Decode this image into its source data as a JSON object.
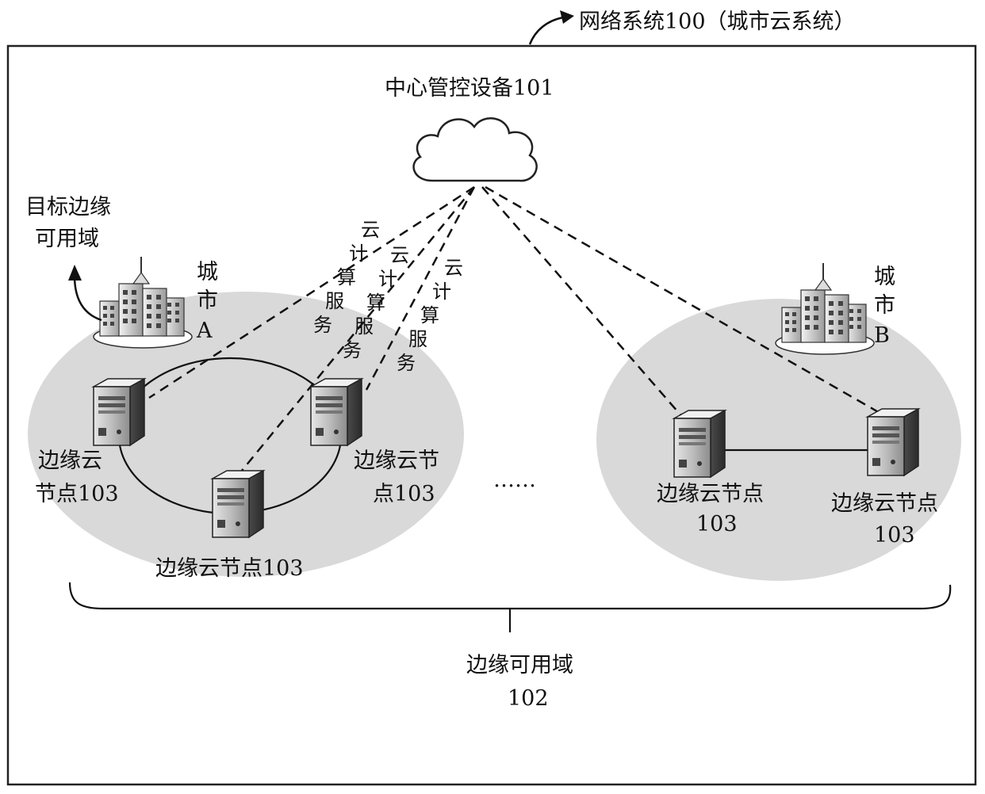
{
  "system_label": "网络系统100（城市云系统）",
  "central_device_label": "中心管控设备101",
  "target_domain_label": [
    "目标边缘",
    "可用域"
  ],
  "city_a_label": [
    "城",
    "市",
    "A"
  ],
  "city_b_label": [
    "城",
    "市",
    "B"
  ],
  "cloud_service_label": "云计算服务",
  "left_nodes": {
    "node1": [
      "边缘云",
      "节点103"
    ],
    "node2": [
      "边缘云节点103"
    ],
    "node3": [
      "边缘云节",
      "点103"
    ]
  },
  "right_nodes": {
    "node1": [
      "边缘云节点",
      "103"
    ],
    "node2": [
      "边缘云节点",
      "103"
    ]
  },
  "ellipsis": "……",
  "edge_domain_label": [
    "边缘可用域",
    "102"
  ],
  "colors": {
    "region_fill": "#d9d9d9",
    "line": "#111111",
    "server_dark": "#3a3a3a",
    "server_light": "#d8d8d8"
  }
}
